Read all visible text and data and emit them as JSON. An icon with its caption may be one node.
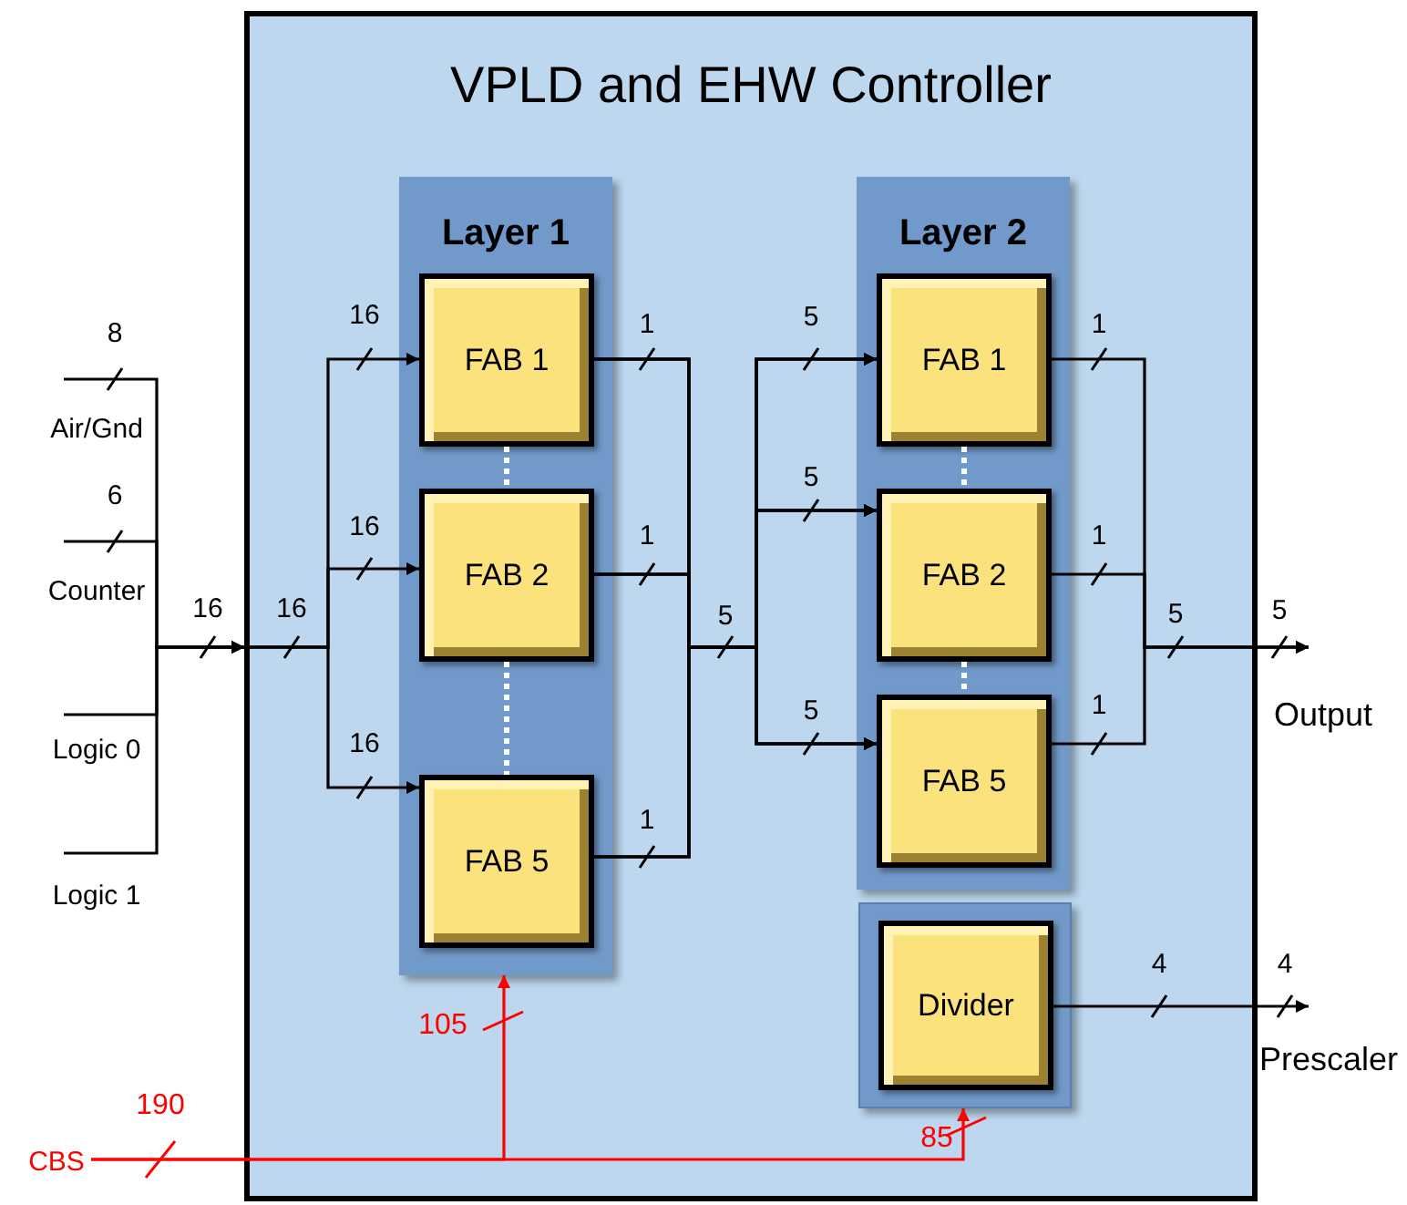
{
  "diagram": {
    "nodes": [
      {
        "text": [
          "VPLD and EHW Controller"
        ]
      },
      {
        "text": [
          "Layer 1"
        ],
        "in": 0
      },
      {
        "text": [
          "FAB 1"
        ],
        "in": 1
      },
      {
        "text": [
          "FAB 2"
        ],
        "in": 1
      },
      {
        "text": [
          "FAB 5"
        ],
        "in": 1
      },
      {
        "text": [
          "Layer 2"
        ],
        "in": 0
      },
      {
        "text": [
          "FAB 1"
        ],
        "in": 5
      },
      {
        "text": [
          "FAB 2"
        ],
        "in": 5
      },
      {
        "text": [
          "FAB 5"
        ],
        "in": 5
      },
      {
        "text": [],
        "shape": "box",
        "in": 0
      },
      {
        "text": [
          "Divider"
        ],
        "in": 9
      },
      {
        "text": [
          "Air/Gnd"
        ]
      },
      {
        "text": [
          "Counter"
        ]
      },
      {
        "text": [
          "Logic 0"
        ]
      },
      {
        "text": [
          "Logic 1"
        ]
      },
      {
        "text": [
          "Output"
        ]
      },
      {
        "text": [
          "Prescaler"
        ]
      },
      {
        "text": [
          "CBS"
        ]
      }
    ],
    "edges": [
      {
        "from": 11,
        "to": 0,
        "arrow": "to",
        "label": "8"
      },
      {
        "from": 12,
        "to": 0,
        "arrow": "to",
        "label": "6"
      },
      {
        "from": 13,
        "to": 0,
        "arrow": "to"
      },
      {
        "from": 14,
        "to": 0,
        "arrow": "to"
      },
      {
        "from": 0,
        "to": 2,
        "arrow": "to"
      },
      {
        "from": 0,
        "to": 3,
        "arrow": "to"
      },
      {
        "from": 0,
        "to": 4,
        "arrow": "to"
      },
      {
        "from": 2,
        "to": 6,
        "arrow": "to"
      },
      {
        "from": 2,
        "to": 7,
        "arrow": "to"
      },
      {
        "from": 2,
        "to": 8,
        "arrow": "to"
      },
      {
        "from": 3,
        "to": 6,
        "arrow": "to"
      },
      {
        "from": 3,
        "to": 7,
        "arrow": "to"
      },
      {
        "from": 3,
        "to": 8,
        "arrow": "to"
      },
      {
        "from": 4,
        "to": 6,
        "arrow": "to"
      },
      {
        "from": 4,
        "to": 7,
        "arrow": "to"
      },
      {
        "from": 4,
        "to": 8,
        "arrow": "to"
      },
      {
        "from": 6,
        "to": 15,
        "arrow": "to"
      },
      {
        "from": 7,
        "to": 15,
        "arrow": "to"
      },
      {
        "from": 8,
        "to": 15,
        "arrow": "to"
      },
      {
        "from": 10,
        "to": 16,
        "arrow": "to",
        "label": "4"
      },
      {
        "from": 17,
        "to": 1,
        "arrow": "to",
        "color": "#ff0000"
      },
      {
        "from": 17,
        "to": 9,
        "arrow": "to",
        "color": "#ff0000"
      },
      {
        "from": 2,
        "to": 3,
        "arrow": "none",
        "style": "dashed",
        "color": "#ffffff"
      },
      {
        "from": 3,
        "to": 4,
        "arrow": "none",
        "style": "dashed",
        "color": "#ffffff"
      },
      {
        "from": 6,
        "to": 7,
        "arrow": "none",
        "style": "dashed",
        "color": "#ffffff"
      },
      {
        "from": 7,
        "to": 8,
        "arrow": "none",
        "style": "dashed",
        "color": "#ffffff"
      }
    ],
    "labels": [
      "16",
      "1",
      "5",
      "1",
      "16",
      "1",
      "5",
      "1",
      "16",
      "16",
      "5",
      "5",
      "5",
      "16",
      "5",
      "1",
      "1",
      "4",
      "105",
      "190",
      "85"
    ]
  }
}
